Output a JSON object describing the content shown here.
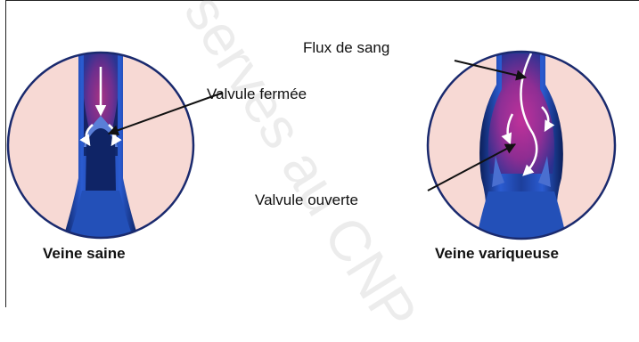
{
  "labels": {
    "flux_de_sang": "Flux de sang",
    "valvule_fermee": "Valvule fermée",
    "valvule_ouverte": "Valvule ouverte",
    "veine_saine": "Veine saine",
    "veine_variqueuse": "Veine variqueuse"
  },
  "watermark": "servés au CNP",
  "colors": {
    "tissue": "#f7d9d4",
    "vein_blue": "#1d3f9c",
    "vein_dark": "#0c1f5a",
    "blood_magenta": "#b2287c",
    "rim": "#1a2a6e",
    "arrow": "#ffffff"
  },
  "icons": {
    "healthy_vein": "healthy-vein-illustration",
    "varicose_vein": "varicose-vein-illustration"
  }
}
